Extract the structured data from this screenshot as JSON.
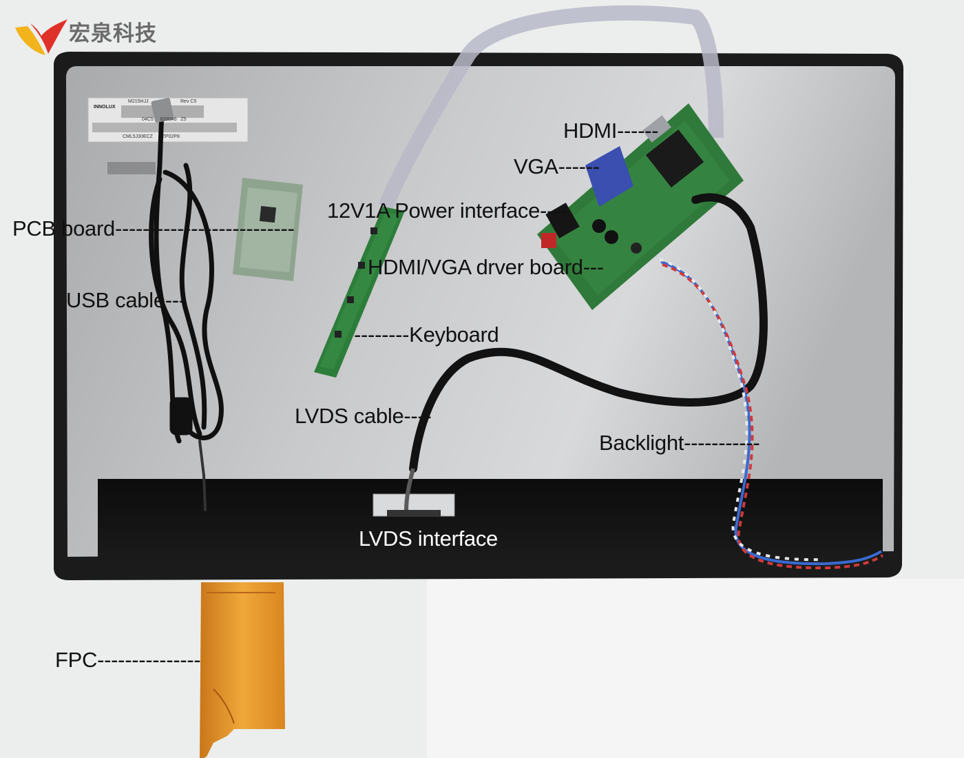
{
  "brand": {
    "name": "宏泉科技"
  },
  "labels": {
    "hdmi": "HDMI------",
    "vga": "VGA------",
    "power": "12V1A Power interface----",
    "pcb": "PCB board--------------------------",
    "driver": "HDMI/VGA drver board---",
    "usb": "USB cable---",
    "keyboard": "--------Keyboard",
    "lvds_cable": "LVDS cable----",
    "backlight": "Backlight-----------",
    "lvds_interface": "LVDS interface",
    "fpc": "FPC---------------"
  },
  "panel_sticker": {
    "maker": "INNOLUX",
    "model": "M215HJJ",
    "rev": "Rev C5",
    "line2": "04C5     8200A6   Z5",
    "line3": "CML5J30ECZ       ZP02P8"
  },
  "colors": {
    "background": "#eeeeec",
    "panel_frame": "#1b1b1b",
    "panel_back": "#bcbdbf",
    "pcb_green": "#2f7a3a",
    "fpc_orange": "#e39a2a",
    "cable_black": "#141414",
    "brand_red": "#e0302a",
    "brand_yellow": "#f2b31b"
  }
}
